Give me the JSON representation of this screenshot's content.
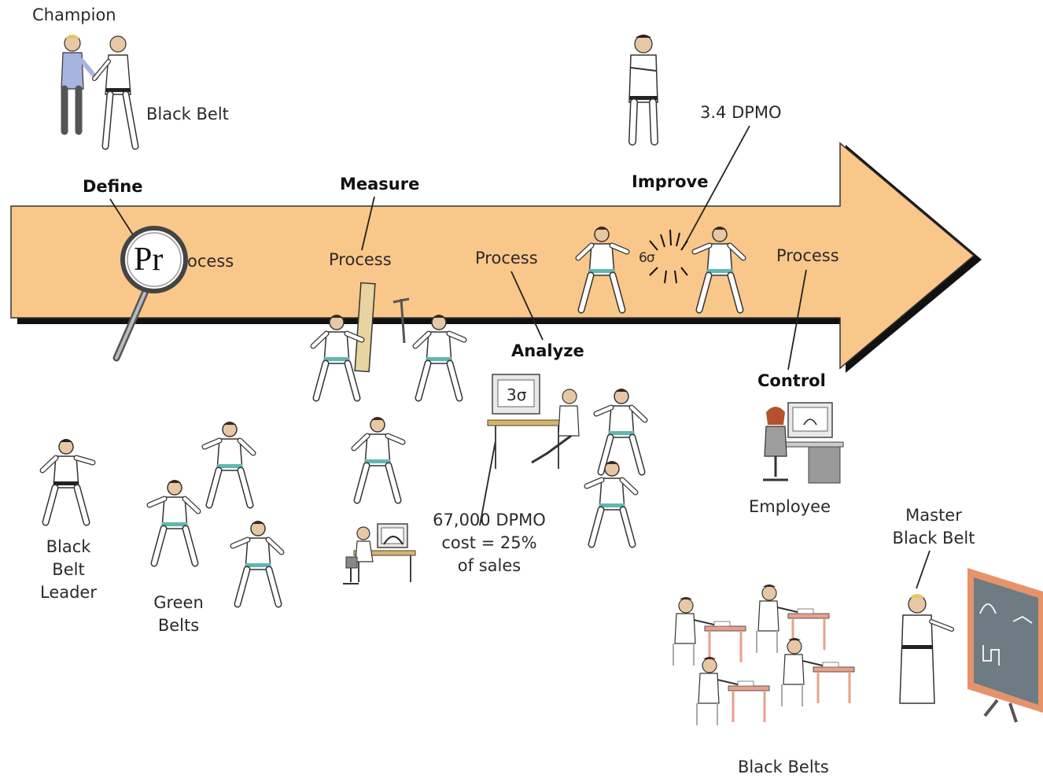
{
  "colors": {
    "arrow_fill": "#f9c78a",
    "arrow_shadow": "#111111",
    "belt_teal": "#5fb8b0",
    "belt_black": "#222222",
    "skin": "#e8c8a4",
    "hair_blonde": "#e4c36a",
    "desk": "#e9a08b",
    "chalkboard": "#6f7b82",
    "chalkboard_frame": "#e6936a"
  },
  "steps": {
    "define": "Define",
    "measure": "Measure",
    "analyze": "Analyze",
    "improve": "Improve",
    "control": "Control"
  },
  "arrow_text": {
    "magnifier_letters": "Pr",
    "ocess": "ocess",
    "process_measure": "Process",
    "process_analyze": "Process",
    "process_improve": "Process",
    "process_control": "Process"
  },
  "roles": {
    "champion": "Champion",
    "black_belt": "Black Belt",
    "black_belt_leader_1": "Black",
    "black_belt_leader_2": "Belt",
    "black_belt_leader_3": "Leader",
    "green_belts_1": "Green",
    "green_belts_2": "Belts",
    "employee": "Employee",
    "master_black_belt_1": "Master",
    "master_black_belt_2": "Black Belt",
    "black_belts": "Black Belts"
  },
  "annotations": {
    "dpmo_target": "3.4 DPMO",
    "dpmo_current": "67,000 DPMO",
    "cost_line": "cost = 25%",
    "sales_line": "of sales",
    "monitor_sigma": "3σ",
    "improve_sparks": "6σ"
  }
}
